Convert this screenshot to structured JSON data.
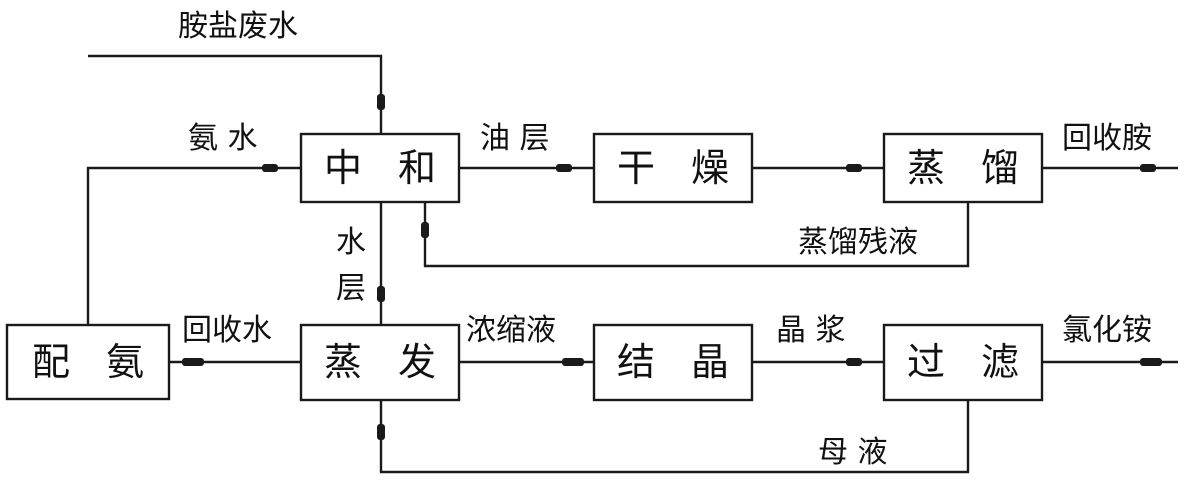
{
  "boxes": {
    "zhonghe": "中 和",
    "ganzao": "干 燥",
    "zhengliu": "蒸 馏",
    "peian": "配 氨",
    "zhengfa": "蒸 发",
    "jiejing": "结 晶",
    "guolv": "过 滤"
  },
  "labels": {
    "feed": "胺盐废水",
    "ammonia_water": "氨 水",
    "oil_layer": "油 层",
    "recovered_amine": "回收胺",
    "distill_residue": "蒸馏残液",
    "water_layer_1": "水",
    "water_layer_2": "层",
    "recovered_water": "回收水",
    "concentrate": "浓缩液",
    "slurry": "晶 浆",
    "ammonium_chloride": "氯化铵",
    "mother_liquor": "母 液"
  }
}
